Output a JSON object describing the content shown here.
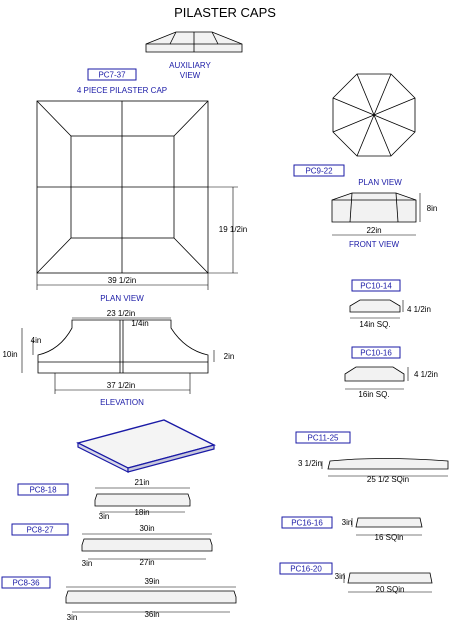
{
  "title": "PILASTER CAPS",
  "pc7_37": {
    "code": "PC7-37",
    "auxiliary_view": [
      "AUXILIARY",
      "VIEW"
    ],
    "name": "4 PIECE PILASTER CAP",
    "plan_width": "39 1/2in",
    "plan_height": "19 1/2in",
    "plan_view": "PLAN VIEW",
    "top_width": "23 1/2in",
    "quarter": "1/4in",
    "left_4": "4in",
    "height_10": "10in",
    "edge_2": "2in",
    "base_width": "37 1/2in",
    "elevation": "ELEVATION"
  },
  "pc9_22": {
    "code": "PC9-22",
    "plan_view": "PLAN VIEW",
    "height": "8in",
    "width": "22in",
    "front_view": "FRONT VIEW"
  },
  "pc10_14": {
    "code": "PC10-14",
    "height": "4 1/2in",
    "width": "14in SQ."
  },
  "pc10_16": {
    "code": "PC10-16",
    "height": "4 1/2in",
    "width": "16in SQ."
  },
  "pc8_18": {
    "code": "PC8-18",
    "top": "21in",
    "base": "18in",
    "h": "3in"
  },
  "pc8_27": {
    "code": "PC8-27",
    "top": "30in",
    "base": "27in",
    "h": "3in"
  },
  "pc8_36": {
    "code": "PC8-36",
    "top": "39in",
    "base": "36in",
    "h": "3in"
  },
  "pc11_25": {
    "code": "PC11-25",
    "h": "3 1/2in",
    "width": "25 1/2 SQin"
  },
  "pc16_16": {
    "code": "PC16-16",
    "h": "3in",
    "width": "16 SQin"
  },
  "pc16_20": {
    "code": "PC16-20",
    "h": "3in",
    "width": "20 SQin"
  }
}
